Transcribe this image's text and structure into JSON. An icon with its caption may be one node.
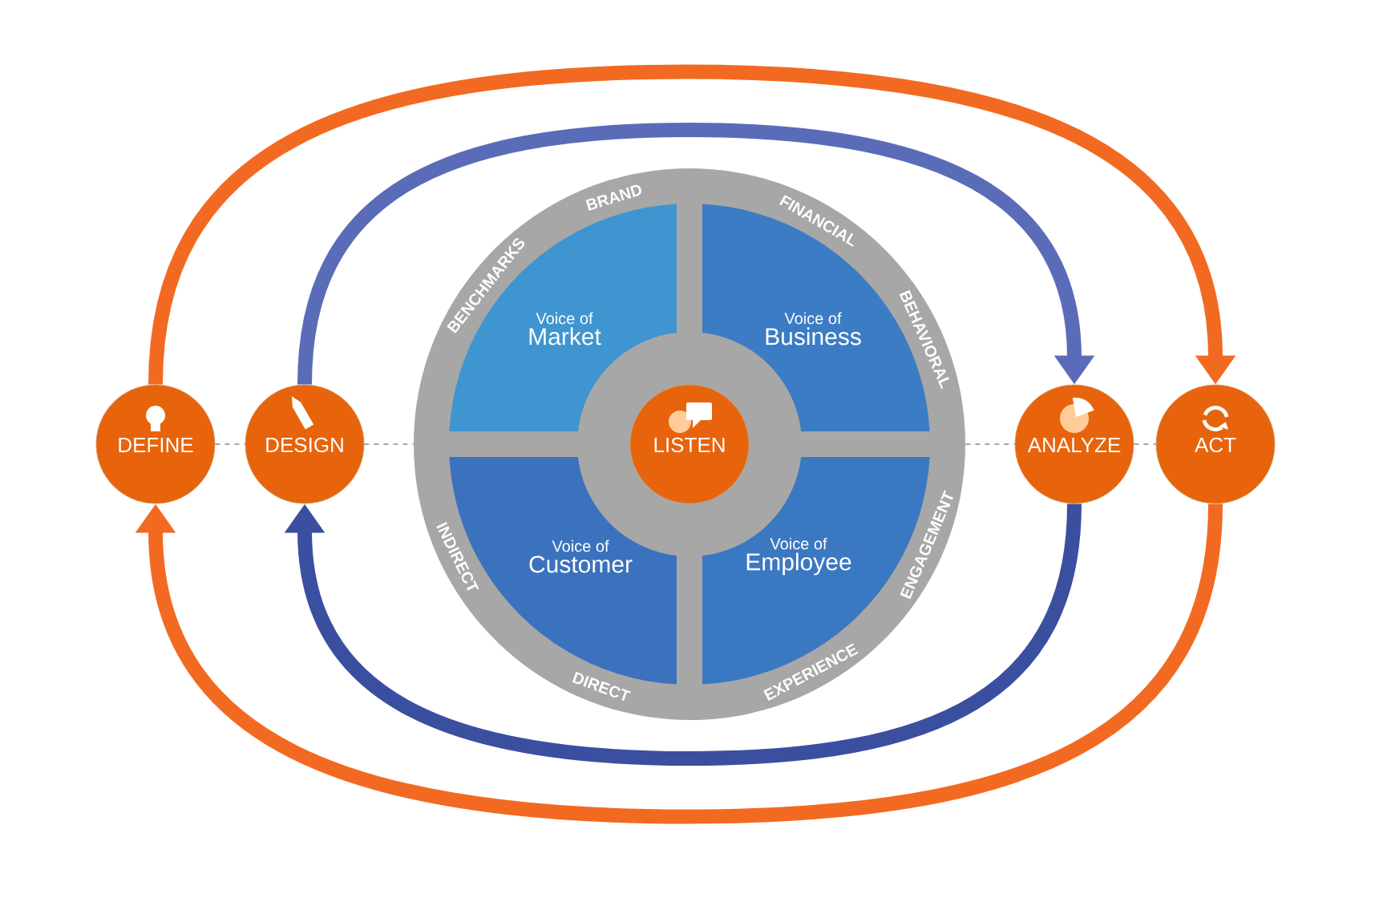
{
  "diagram": {
    "nodes": [
      {
        "text": [
          "DEFINE"
        ]
      },
      {
        "text": [
          "DESIGN"
        ]
      },
      {
        "text": [],
        "shape": "circle"
      },
      {
        "text": [
          "Voice of",
          "Market"
        ],
        "in": 2
      },
      {
        "text": [
          "Voice of",
          "Business"
        ],
        "in": 2
      },
      {
        "text": [
          "Voice of",
          "Customer"
        ],
        "in": 2
      },
      {
        "text": [
          "Voice of",
          "Employee"
        ],
        "in": 2
      },
      {
        "text": [
          "LISTEN"
        ],
        "in": 2
      },
      {
        "text": [
          "ANALYZE"
        ]
      },
      {
        "text": [
          "ACT"
        ]
      }
    ],
    "edges": [
      {
        "from": 0,
        "to": 1,
        "arrow": "none",
        "style": "dashed"
      },
      {
        "from": 1,
        "to": 2,
        "arrow": "none",
        "style": "dashed"
      },
      {
        "from": 2,
        "to": 8,
        "arrow": "none",
        "style": "dashed"
      },
      {
        "from": 8,
        "to": 9,
        "arrow": "none",
        "style": "dashed"
      },
      {
        "from": 0,
        "to": 9,
        "arrow": "to",
        "style": "thick",
        "color": "#f26a21"
      },
      {
        "from": 9,
        "to": 0,
        "arrow": "to",
        "style": "thick",
        "color": "#f26a21"
      },
      {
        "from": 1,
        "to": 8,
        "arrow": "to",
        "style": "thick",
        "color": "#5a6cb8"
      },
      {
        "from": 8,
        "to": 1,
        "arrow": "to",
        "style": "thick",
        "color": "#3b4fa0"
      }
    ],
    "labels": [
      "BRAND",
      "FINANCIAL",
      "BENCHMARKS",
      "BEHAVIORAL",
      "INDIRECT",
      "ENGAGEMENT",
      "DIRECT",
      "EXPERIENCE"
    ]
  }
}
